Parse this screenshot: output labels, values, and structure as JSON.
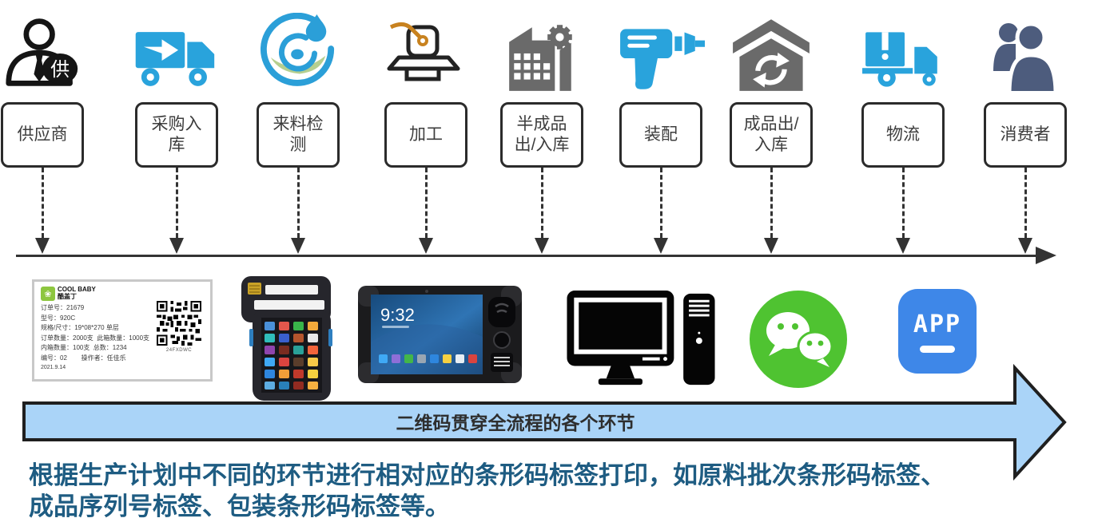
{
  "flow": {
    "stages": [
      {
        "label": "供应商",
        "icon": "supplier-person-icon"
      },
      {
        "label": "采购入\n库",
        "icon": "inbound-truck-icon"
      },
      {
        "label": "来料检\n测",
        "icon": "incoming-inspection-icon"
      },
      {
        "label": "加工",
        "icon": "machining-icon"
      },
      {
        "label": "半成品\n出/入库",
        "icon": "factory-gear-icon"
      },
      {
        "label": "装配",
        "icon": "drill-icon"
      },
      {
        "label": "成品出/\n入库",
        "icon": "warehouse-sync-icon"
      },
      {
        "label": "物流",
        "icon": "logistics-truck-icon"
      },
      {
        "label": "消费者",
        "icon": "consumers-icon"
      }
    ],
    "supplier_badge": "供"
  },
  "banner": {
    "text": "二维码贯穿全流程的各个环节"
  },
  "description": "根据生产计划中不同的环节进行相对应的条形码标签打印，如原料批次条形码标签、\n成品序列号标签、包装条形码标签等。",
  "devices": {
    "label_card": {
      "brand_en": "COOL BABY",
      "brand_cn": "酷盖丁",
      "lines": [
        "订单号：21679",
        "型号：920C",
        "规格/尺寸：19*08*270 单层",
        "订单数量：2000支  此箱数量：1000支",
        "内箱数量：100支  总数：1234",
        "编号：02        操作者：任佳乐",
        "2021.9.14"
      ],
      "qr_caption": "24FXDWC"
    },
    "tablet": {
      "clock": "9:32"
    },
    "app_badge": {
      "text": "APP"
    }
  },
  "colors": {
    "accent_blue": "#29a3dc",
    "icon_gray": "#6a6a6a",
    "slate": "#4d5c7d",
    "wechat_green": "#4fc331",
    "app_blue": "#3e87e8",
    "banner_fill": "#aad4f8",
    "banner_border": "#1f1f1f",
    "description_color": "#1e5c82"
  }
}
